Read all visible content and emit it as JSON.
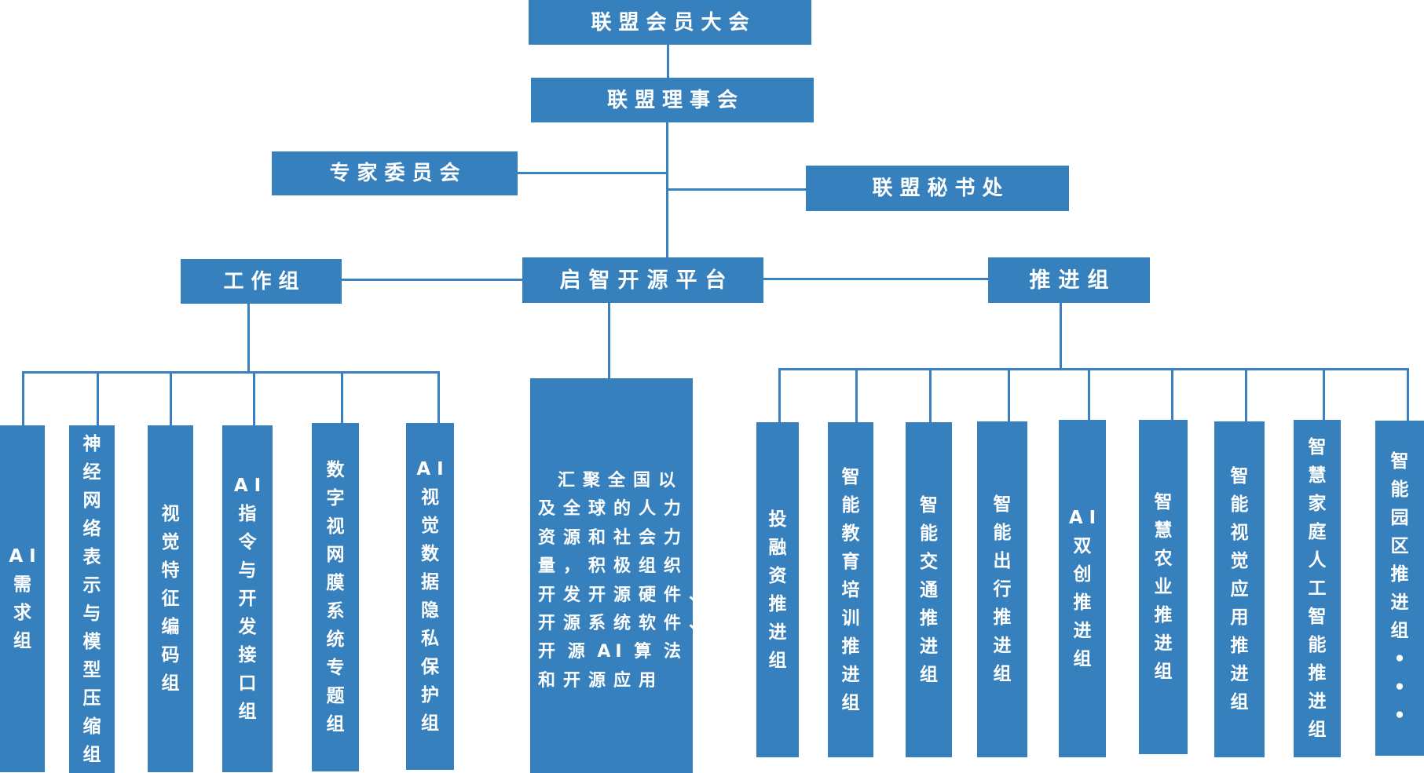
{
  "org": {
    "general_assembly": "联盟会员大会",
    "council": "联盟理事会",
    "expert_committee": "专家委员会",
    "secretariat": "联盟秘书处",
    "working_groups": "工作组",
    "platform": "启智开源平台",
    "promotion_groups": "推进组"
  },
  "platform_description": [
    "汇聚全国以",
    "及全球的人力",
    "资源和社会力",
    "量，积极组织",
    "开发开源硬件、",
    "开源系统软件、",
    "开源AI算法",
    "和开源应用"
  ],
  "working_group_list": [
    "AI需求组",
    "神经网络表示与模型压缩组",
    "视觉特征编码组",
    "AI指令与开发接口组",
    "数字视网膜系统专题组",
    "AI视觉数据隐私保护组"
  ],
  "promotion_group_list": [
    "投融资推进组",
    "智能教育培训推进组",
    "智能交通推进组",
    "智能出行推进组",
    "AI双创推进组",
    "智慧农业推进组",
    "智能视觉应用推进组",
    "智慧家庭人工智能推进组",
    "智能园区推进组•••"
  ],
  "colors": {
    "box_fill": "#3780be",
    "connector": "#3a7fc0",
    "text": "#ffffff"
  }
}
